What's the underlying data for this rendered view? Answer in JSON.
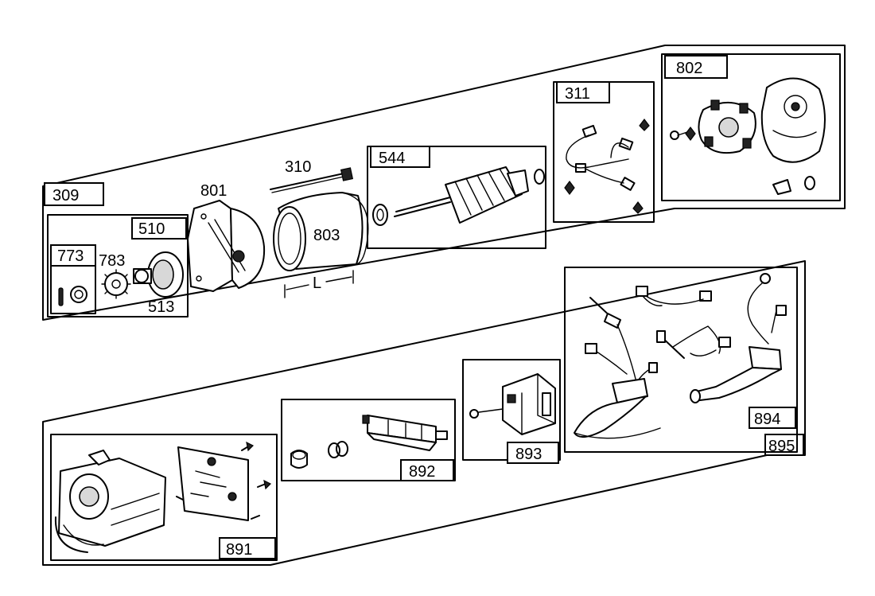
{
  "parts": {
    "p309": "309",
    "p310": "310",
    "p311": "311",
    "p510": "510",
    "p513": "513",
    "p544": "544",
    "p773": "773",
    "p783": "783",
    "p801": "801",
    "p802": "802",
    "p803": "803",
    "p891": "891",
    "p892": "892",
    "p893": "893",
    "p894": "894",
    "p895": "895"
  },
  "dimension_label": "L"
}
